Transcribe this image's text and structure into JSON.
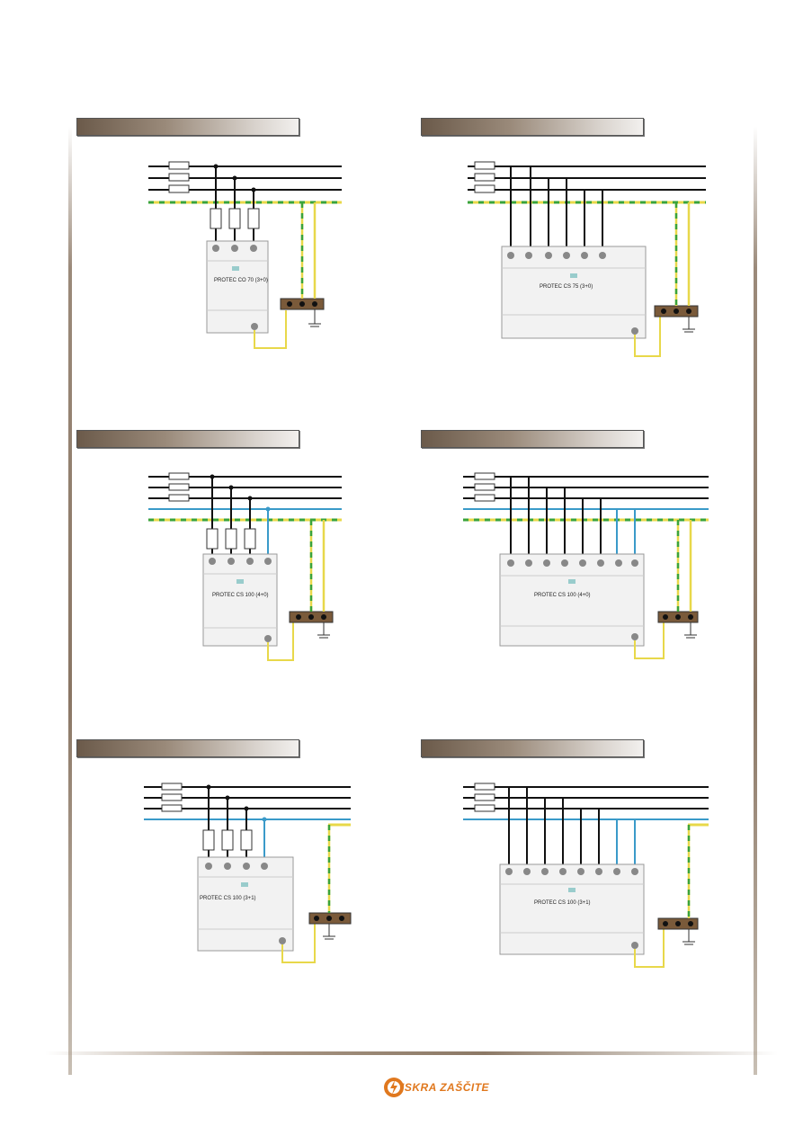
{
  "panels": [
    {
      "device_label": "PROTEC CO 70 (3+0)",
      "variant": "a"
    },
    {
      "device_label": "PROTEC CS 75 (3+0)",
      "variant": "b"
    },
    {
      "device_label": "PROTEC CS 100 (4+0)",
      "variant": "c"
    },
    {
      "device_label": "PROTEC CS 100 (4+0)",
      "variant": "d"
    },
    {
      "device_label": "PROTEC CS 100 (3+1)",
      "variant": "e"
    },
    {
      "device_label": "PROTEC CS 100 (3+1)",
      "variant": "f"
    }
  ],
  "logo": {
    "text": "ISKRA ZAŠČITE",
    "color": "#e0781e"
  },
  "colors": {
    "phase": "#111111",
    "earth_yellow": "#e8d84a",
    "earth_green": "#3aa33a",
    "neutral": "#3a9ac9",
    "bus_brown": "#7a5a3a"
  }
}
